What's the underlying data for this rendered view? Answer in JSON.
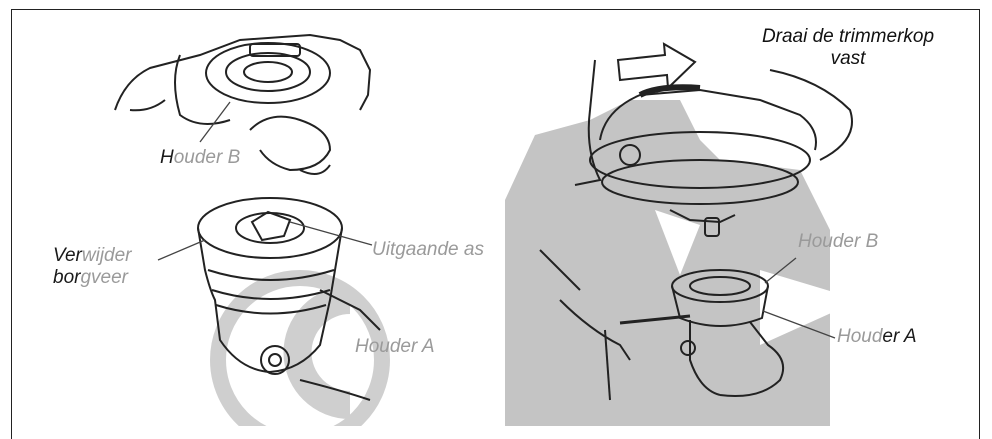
{
  "labels": {
    "houder_b_top": {
      "first": "H",
      "rest": "ouder B"
    },
    "verwijder": {
      "dark": "Ver",
      "light": "wijder"
    },
    "borgveer": {
      "dark": "bor",
      "light": "gveer"
    },
    "uitgaande_as": "Uitgaande as",
    "houder_a_left": "Houder A",
    "houder_b_right": "Houder B",
    "houder_a_right": {
      "light": "Houd",
      "dark": "er A"
    }
  },
  "title": {
    "line1": "Draai de trimmerkop",
    "line2": "vast"
  },
  "watermark": "C",
  "colors": {
    "ink": "#1a1a1a",
    "grey_label": "#9a9a9a",
    "watermark": "#c9c9c9"
  }
}
